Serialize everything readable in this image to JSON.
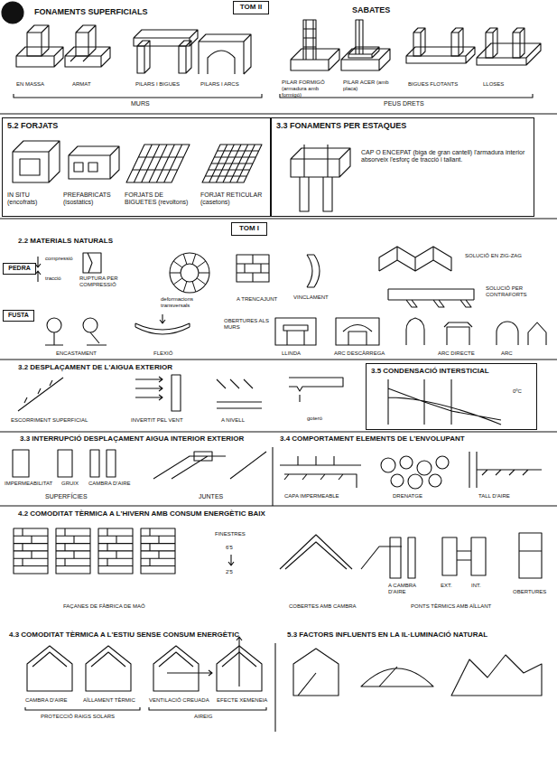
{
  "diagram": {
    "nodes": [
      {
        "text": [
          "TOM II"
        ]
      },
      {
        "text": [
          "5.2 FORJATS"
        ]
      },
      {
        "text": [
          "3.3 FONAMENTS PER ESTAQUES"
        ]
      },
      {
        "text": [
          "TOM I"
        ]
      },
      {
        "text": [
          "PEDRA"
        ]
      },
      {
        "text": [
          "FUSTA"
        ]
      },
      {
        "text": [
          "3.5 CONDENSACIÓ INTERSTICIAL"
        ]
      }
    ],
    "labels": [
      "FONAMENTS SUPERFICIALS",
      "SABATES",
      "EN MASSA",
      "ARMAT",
      "PILARS I BIGUES",
      "PILARS I ARCS",
      "MURS",
      "PILAR FORMIGÓ (armadura amb formigó)",
      "PILAR ACER (amb placa)",
      "BIGUES FLOTANTS",
      "LLOSES",
      "PEUS DRETS",
      "IN SITU (encofrats)",
      "PREFABRICATS (isostàtics)",
      "FORJATS DE BIGUETES (revoltons)",
      "FORJAT RETICULAR (casetons)",
      "CAP O ENCEPAT (biga de gran cantell) l'armadura interior absorveix l'esforç de tracció i tallant.",
      "2.2 MATERIALS NATURALS",
      "compressió",
      "tracció",
      "RUPTURA PER COMPRESSIÓ",
      "deformacions transversals",
      "A TRENCAJUNT",
      "VINCLAMENT",
      "SOLUCIÓ EN ZIG-ZAG",
      "SOLUCIÓ PER CONTRAFORTS",
      "ENCASTAMENT",
      "FLEXIÓ",
      "OBERTURES ALS MURS",
      "LLINDA",
      "ARC DESCÀRREGA",
      "ARC DIRECTE",
      "ARC",
      "3.2 DESPLAÇAMENT DE L'AIGUA EXTERIOR",
      "ESCORRIMENT SUPERFICIAL",
      "INVERTIT PEL VENT",
      "A NIVELL",
      "goteró",
      "0ºC",
      "3.3 INTERRUPCIÓ DESPLAÇAMENT AIGUA INTERIOR EXTERIOR",
      "IMPERMEABILITAT",
      "GRUIX",
      "CAMBRA D'AIRE",
      "SUPERFÍCIES",
      "JUNTES",
      "3.4 COMPORTAMENT ELEMENTS DE L'ENVOLUPANT",
      "CAPA IMPERMEABLE",
      "DRENATGE",
      "TALL D'AIRE",
      "4.2 COMODITAT TÈRMICA A L'HIVERN AMB CONSUM ENERGÈTIC BAIX",
      "FAÇANES DE FÀBRICA DE MAÓ",
      "FINESTRES",
      "6'5",
      "2'5",
      "COBERTES AMB CAMBRA",
      "A CAMBRA D'AIRE",
      "EXT.",
      "INT.",
      "PONTS TÈRMICS AMB AÏLLANT",
      "OBERTURES",
      "4.3 COMODITAT TÈRMICA A L'ESTIU SENSE CONSUM ENERGÈTIC",
      "CAMBRA D'AIRE",
      "AÏLLAMENT TÈRMIC",
      "VENTILACIÓ CREUADA",
      "EFECTE XEMENEIA",
      "PROTECCIÓ RAIGS SOLARS",
      "AIREIG",
      "5.3 FACTORS INFLUENTS EN LA IL·LUMINACIÓ NATURAL"
    ]
  }
}
